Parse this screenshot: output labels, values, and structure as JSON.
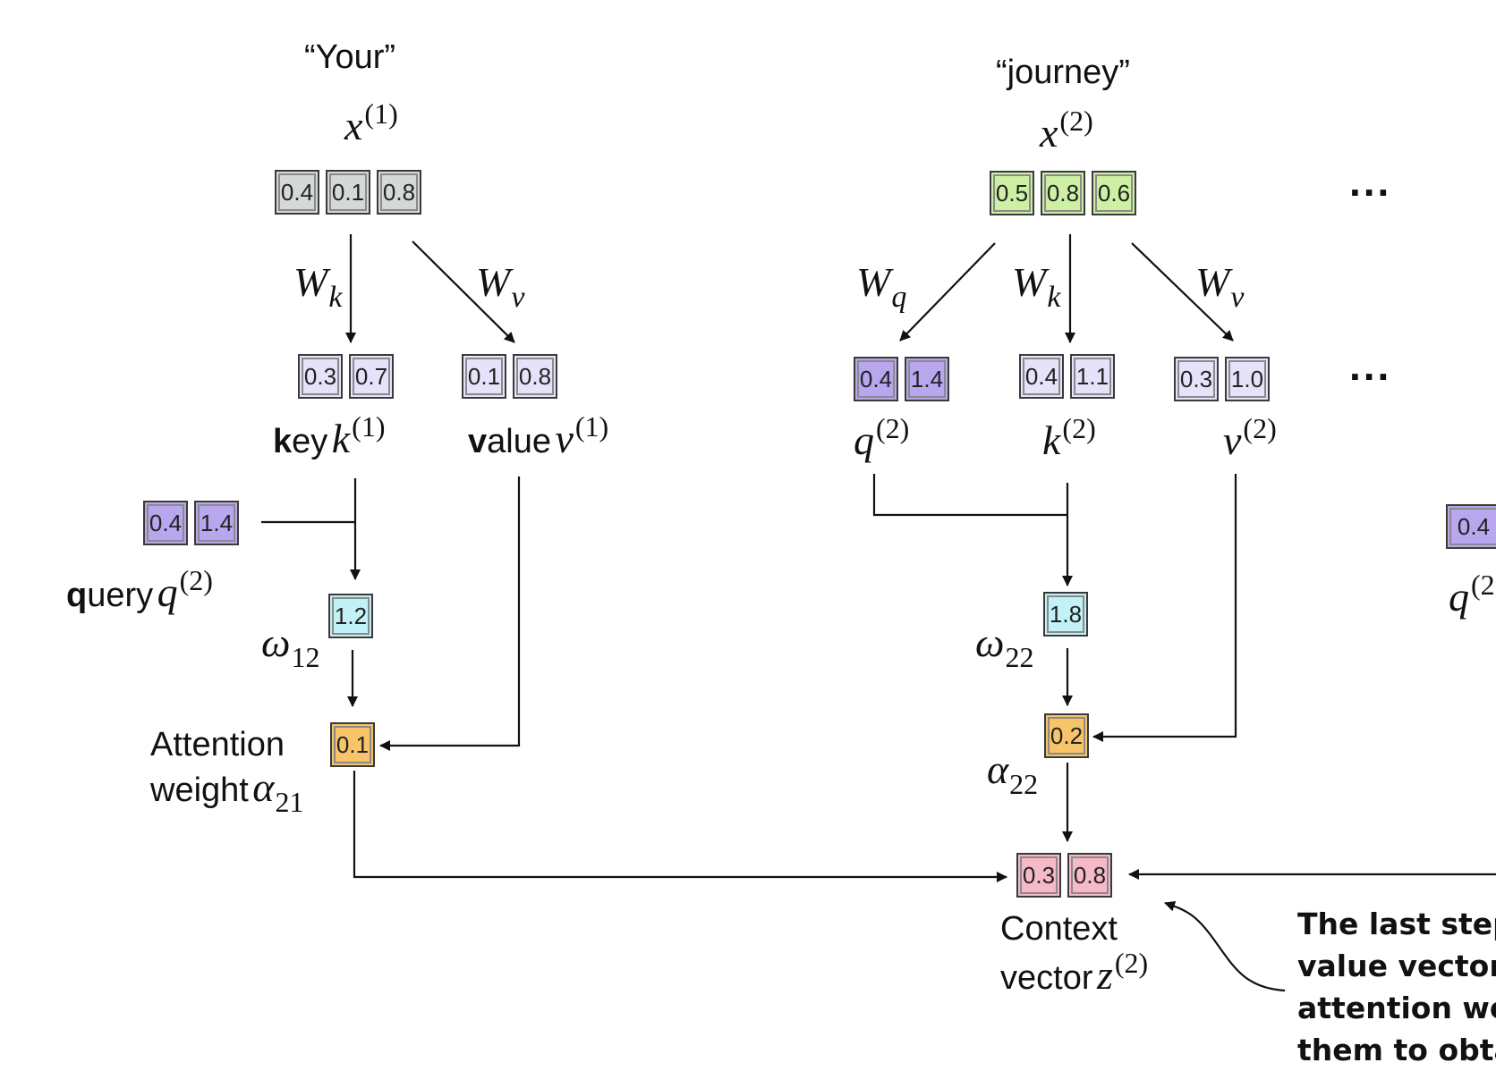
{
  "tokens": {
    "your": {
      "quote": "“Your”",
      "x_sym": "x",
      "x_idx": "(1)",
      "values": [
        "0.4",
        "0.1",
        "0.8"
      ],
      "color": "#d5d8d8"
    },
    "journey": {
      "quote": "“journey”",
      "x_sym": "x",
      "x_idx": "(2)",
      "values": [
        "0.5",
        "0.8",
        "0.6"
      ],
      "color": "#cdf0a4"
    }
  },
  "weights": {
    "W": "W",
    "k": "k",
    "v": "v",
    "q": "q"
  },
  "left": {
    "key": {
      "bold": "k",
      "rest": "ey",
      "sym": "k",
      "idx": "(1)",
      "values": [
        "0.3",
        "0.7"
      ]
    },
    "value": {
      "bold": "v",
      "rest": "alue",
      "sym": "v",
      "idx": "(1)",
      "values": [
        "0.1",
        "0.8"
      ]
    },
    "query": {
      "bold": "q",
      "rest": "uery",
      "sym": "q",
      "idx": "(2)",
      "values": [
        "0.4",
        "1.4"
      ]
    },
    "omega": {
      "sym": "ω",
      "idx": "12",
      "value": "1.2"
    },
    "attention": {
      "line1": "Attention",
      "line2": "weight",
      "sym": "α",
      "idx": "21",
      "value": "0.1"
    }
  },
  "right": {
    "q": {
      "sym": "q",
      "idx": "(2)",
      "values": [
        "0.4",
        "1.4"
      ]
    },
    "k": {
      "sym": "k",
      "idx": "(2)",
      "values": [
        "0.4",
        "1.1"
      ]
    },
    "v": {
      "sym": "v",
      "idx": "(2)",
      "values": [
        "0.3",
        "1.0"
      ]
    },
    "omega": {
      "sym": "ω",
      "idx": "22",
      "value": "1.8"
    },
    "alpha": {
      "sym": "α",
      "idx": "22",
      "value": "0.2"
    }
  },
  "context": {
    "line1": "Context",
    "line2": "vector",
    "sym": "z",
    "idx": "(2)",
    "values": [
      "0.3",
      "0.8"
    ]
  },
  "partial": {
    "value": "0.4",
    "sym": "q",
    "idx": "(2"
  },
  "ellipsis": "...",
  "annotation": {
    "lines": [
      "The last step",
      "value vector",
      "attention wei",
      "them to obta"
    ]
  },
  "colors": {
    "purple_dark": "#b8a6ee",
    "purple_light": "#e7e1fa",
    "cyan": "#c2f1f7",
    "orange": "#f7c46a",
    "pink": "#f6b9c8",
    "gray": "#d5d8d8",
    "green": "#cdf0a4"
  }
}
